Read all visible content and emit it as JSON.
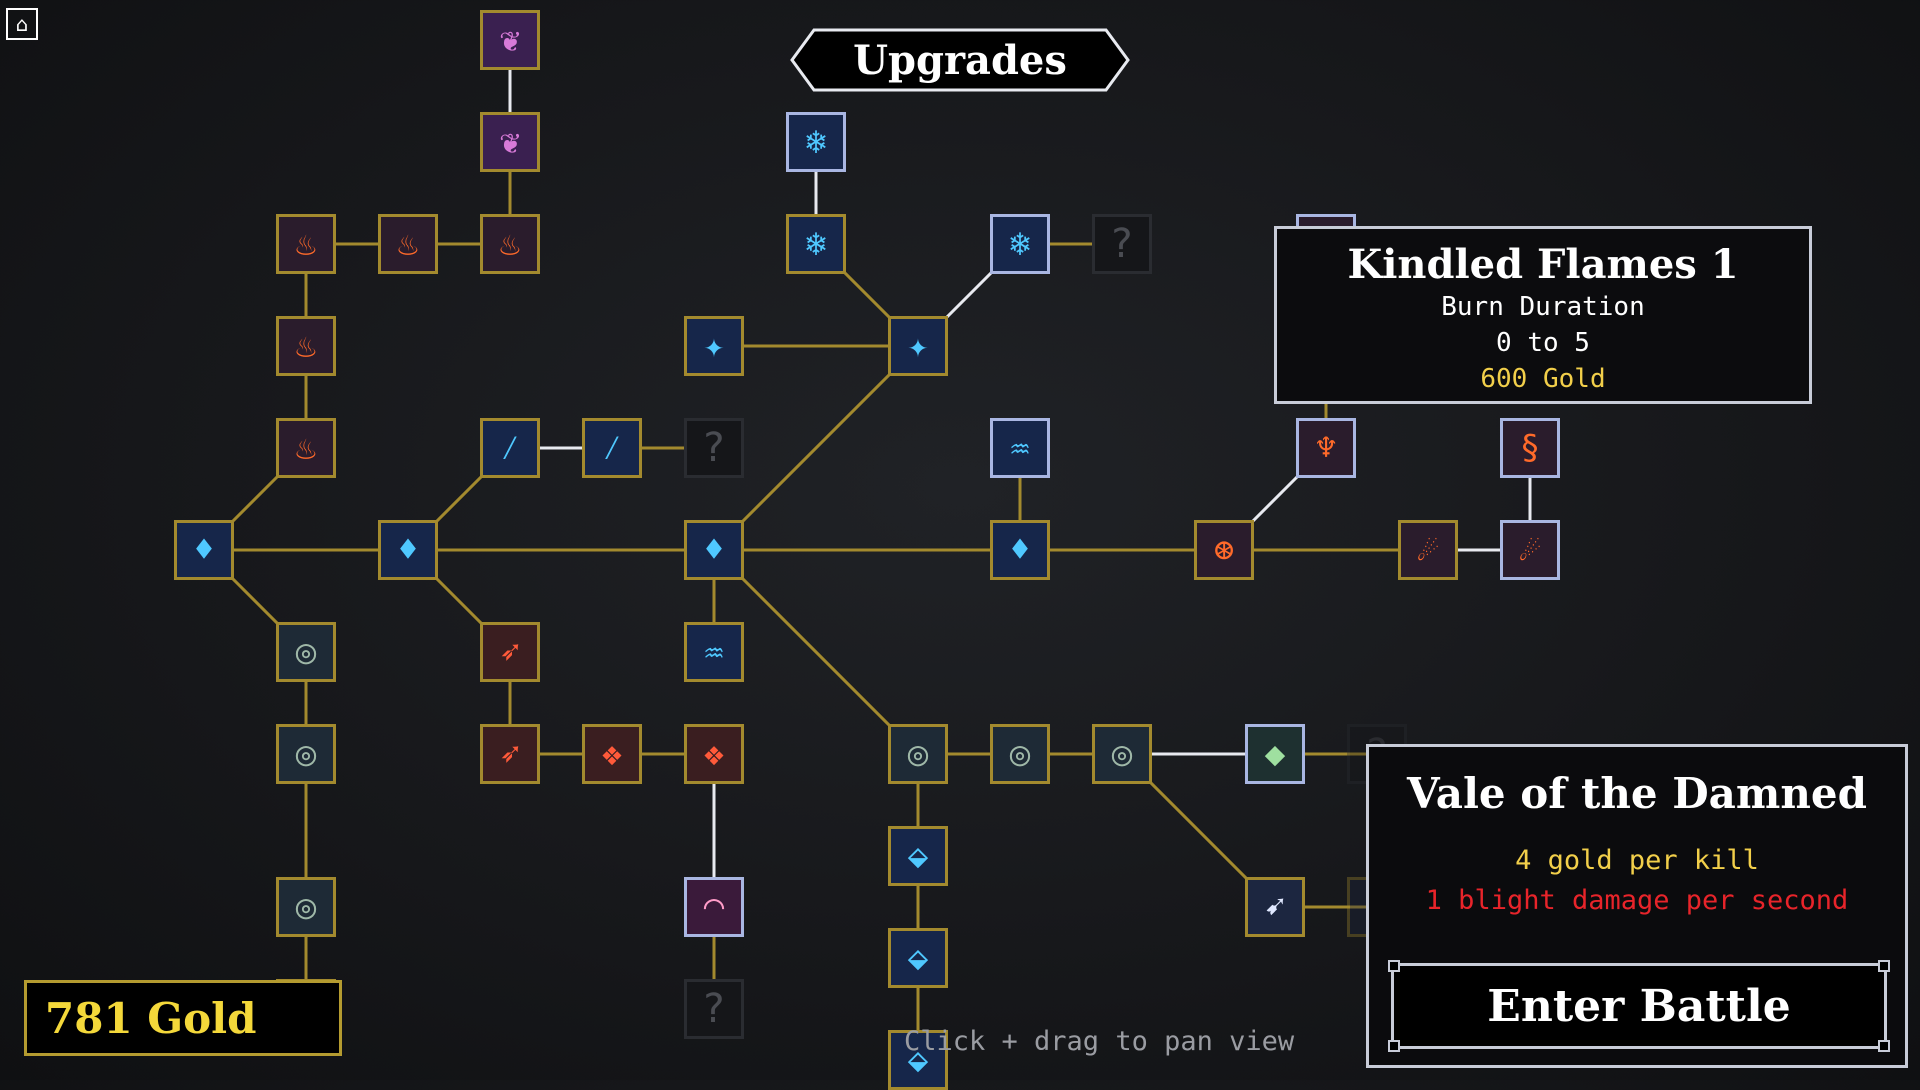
{
  "title": "Upgrades",
  "home_icon": "⌂",
  "gold_label": "781 Gold",
  "hint": "Click + drag to pan view",
  "tooltip": {
    "name": "Kindled Flames 1",
    "stat": "Burn Duration",
    "range": "0 to 5",
    "cost": "600 Gold"
  },
  "level": {
    "name": "Vale of the Damned",
    "gold_per_kill": "4 gold per kill",
    "blight": "1 blight damage per second",
    "enter_label": "Enter Battle"
  },
  "locked_glyph": "?",
  "colors": {
    "node_border": "#a38a2e",
    "owned_border": "#a9b6e2",
    "link_line": "#a38a2e",
    "owned_link": "#e8eaf0",
    "gold_text": "#f4d83a",
    "blight_text": "#e8242a"
  },
  "icons": {
    "fire": "♨",
    "ice": "♦",
    "crystal": "❄",
    "storm": "✦",
    "slash": "⁄",
    "shield": "◎",
    "poison": "❦",
    "ember": "➶",
    "rune": "❖",
    "waterfall": "♒",
    "sonic": "◠",
    "gem": "⬙",
    "green": "◆",
    "arrow": "➹",
    "vortex": "⊛",
    "flame": "♆",
    "swirl": "§",
    "comet": "☄"
  }
}
